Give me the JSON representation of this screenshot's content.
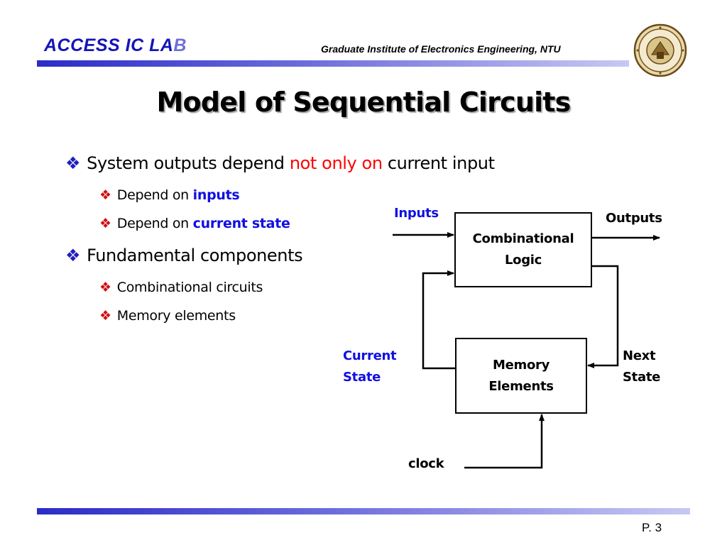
{
  "header": {
    "lab_name_dark": "ACCESS IC LA",
    "lab_name_light": "B",
    "institute": "Graduate Institute of Electronics Engineering, NTU",
    "seal_icon": "ntu-seal-icon"
  },
  "slide": {
    "title": "Model of Sequential Circuits",
    "bullets": [
      {
        "text_before": "System outputs depend ",
        "highlight": "not only on",
        "text_after": " current input",
        "sub": [
          {
            "text": "Depend on ",
            "highlight": "inputs"
          },
          {
            "text": "Depend on ",
            "highlight": "current state"
          }
        ]
      },
      {
        "text": "Fundamental components",
        "sub": [
          {
            "text": "Combinational circuits"
          },
          {
            "text": "Memory elements"
          }
        ]
      }
    ],
    "bullet_glyph": "❖"
  },
  "diagram": {
    "inputs_label": "Inputs",
    "outputs_label": "Outputs",
    "comb_line1": "Combinational",
    "comb_line2": "Logic",
    "mem_line1": "Memory",
    "mem_line2": "Elements",
    "current_line1": "Current",
    "current_line2": "State",
    "next_line1": "Next",
    "next_line2": "State",
    "clock_label": "clock"
  },
  "colors": {
    "accent_blue": "#1010e0",
    "highlight_red": "#ff0000",
    "bar_blue": "#2b2bc8"
  },
  "footer": {
    "page": "P. 3"
  }
}
